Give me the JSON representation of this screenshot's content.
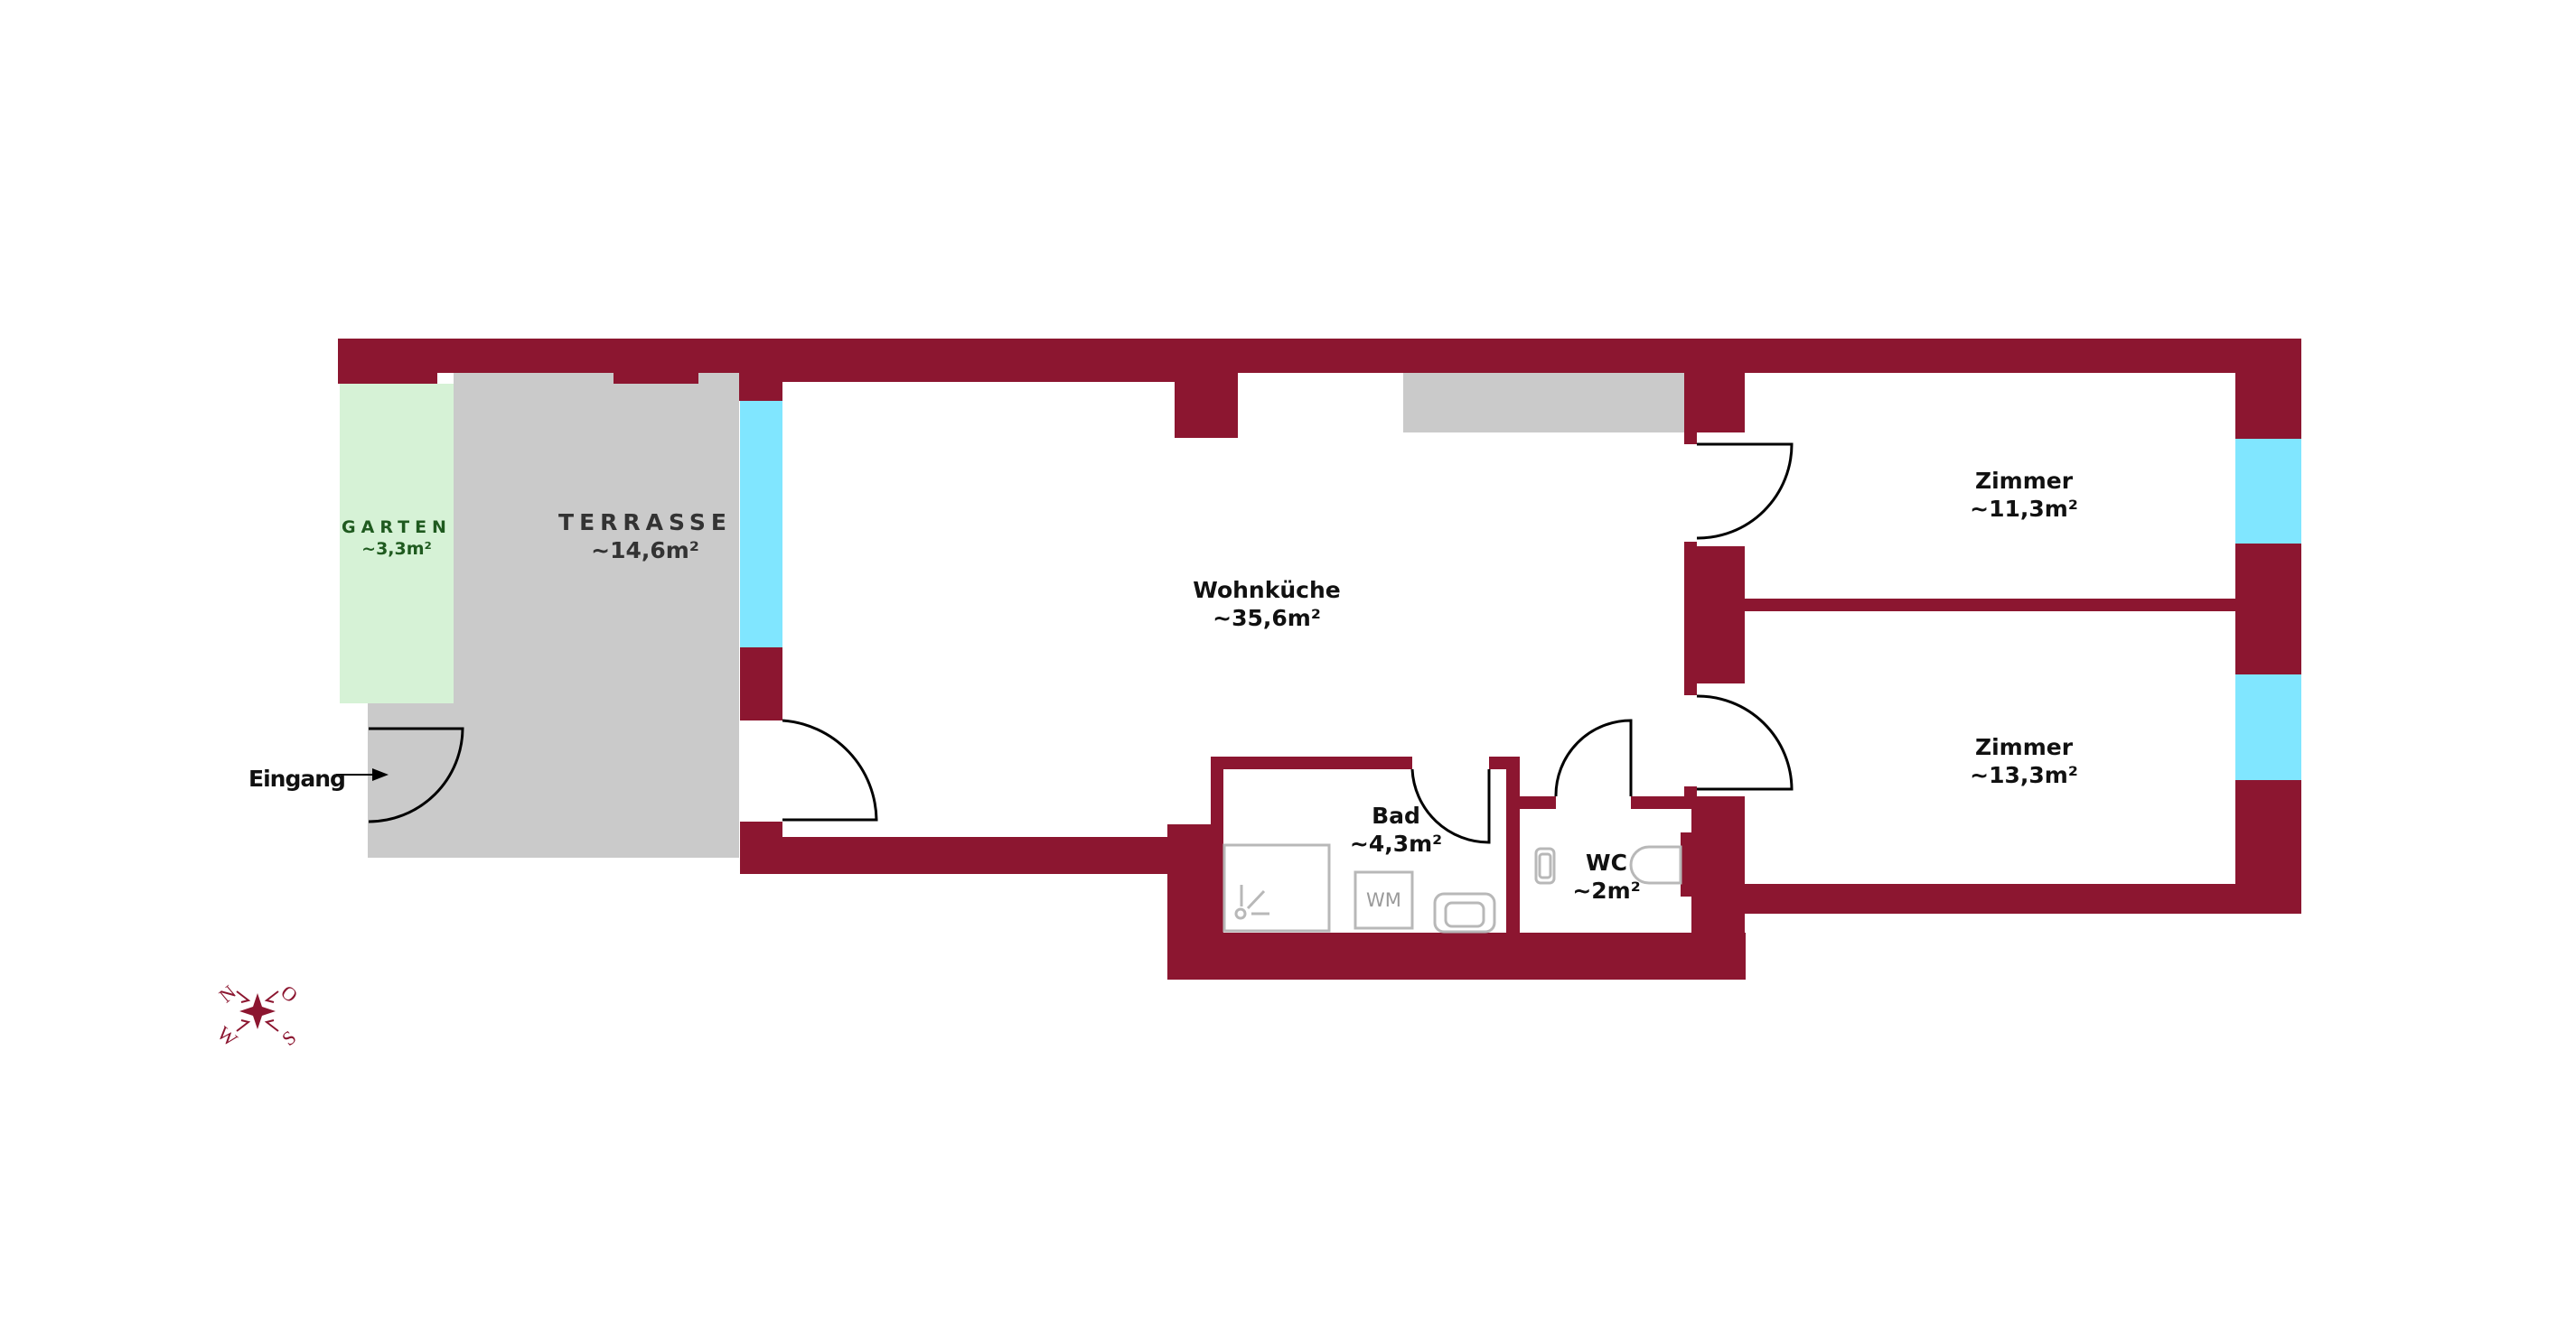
{
  "colors": {
    "wall": "#8c1630",
    "window": "#80e6ff",
    "terrace": "#cacaca",
    "garden": "#d6f2d6",
    "garden_text": "#1f5a1f",
    "fixture": "#b8b8b8",
    "door_line": "#000000"
  },
  "rooms": {
    "garten": {
      "name": "GARTEN",
      "area": "~3,3m²"
    },
    "terrasse": {
      "name": "TERRASSE",
      "area": "~14,6m²"
    },
    "wohnkueche": {
      "name": "Wohnküche",
      "area": "~35,6m²"
    },
    "zimmer1": {
      "name": "Zimmer",
      "area": "~11,3m²"
    },
    "zimmer2": {
      "name": "Zimmer",
      "area": "~13,3m²"
    },
    "bad": {
      "name": "Bad",
      "area": "~4,3m²"
    },
    "wc": {
      "name": "WC",
      "area": "~2m²"
    }
  },
  "entrance": {
    "label": "Eingang"
  },
  "fixtures": {
    "washing_machine": "WM"
  },
  "compass": {
    "n": "N",
    "o": "O",
    "s": "S",
    "w": "W"
  }
}
